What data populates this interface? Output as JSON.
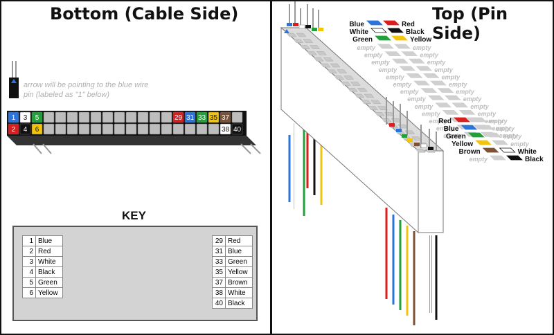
{
  "left_title": "Bottom (Cable Side)",
  "right_title": "Top (Pin Side)",
  "note": "arrow will be pointing to the blue wire pin (labeled as \"1\" below)",
  "key_title": "KEY",
  "bottom_row": [
    {
      "num": "1",
      "color": "#2d74da"
    },
    {
      "num": "3",
      "color": "#ffffff"
    },
    {
      "num": "5",
      "color": "#22a13a"
    },
    {
      "num": "",
      "color": "#bdbdbd"
    },
    {
      "num": "",
      "color": "#bdbdbd"
    },
    {
      "num": "",
      "color": "#bdbdbd"
    },
    {
      "num": "",
      "color": "#bdbdbd"
    },
    {
      "num": "",
      "color": "#bdbdbd"
    },
    {
      "num": "",
      "color": "#bdbdbd"
    },
    {
      "num": "",
      "color": "#bdbdbd"
    },
    {
      "num": "",
      "color": "#bdbdbd"
    },
    {
      "num": "",
      "color": "#bdbdbd"
    },
    {
      "num": "",
      "color": "#bdbdbd"
    },
    {
      "num": "",
      "color": "#bdbdbd"
    },
    {
      "num": "29",
      "color": "#d81e1e"
    },
    {
      "num": "31",
      "color": "#2d74da"
    },
    {
      "num": "33",
      "color": "#22a13a"
    },
    {
      "num": "35",
      "color": "#f1c40f"
    },
    {
      "num": "37",
      "color": "#7b5236"
    },
    {
      "num": "",
      "color": "#bdbdbd"
    }
  ],
  "top_row": [
    {
      "num": "2",
      "color": "#d81e1e"
    },
    {
      "num": "4",
      "color": "#111111"
    },
    {
      "num": "6",
      "color": "#f1c40f"
    },
    {
      "num": "",
      "color": "#bdbdbd"
    },
    {
      "num": "",
      "color": "#bdbdbd"
    },
    {
      "num": "",
      "color": "#bdbdbd"
    },
    {
      "num": "",
      "color": "#bdbdbd"
    },
    {
      "num": "",
      "color": "#bdbdbd"
    },
    {
      "num": "",
      "color": "#bdbdbd"
    },
    {
      "num": "",
      "color": "#bdbdbd"
    },
    {
      "num": "",
      "color": "#bdbdbd"
    },
    {
      "num": "",
      "color": "#bdbdbd"
    },
    {
      "num": "",
      "color": "#bdbdbd"
    },
    {
      "num": "",
      "color": "#bdbdbd"
    },
    {
      "num": "",
      "color": "#bdbdbd"
    },
    {
      "num": "",
      "color": "#bdbdbd"
    },
    {
      "num": "",
      "color": "#bdbdbd"
    },
    {
      "num": "",
      "color": "#bdbdbd"
    },
    {
      "num": "38",
      "color": "#ffffff"
    },
    {
      "num": "40",
      "color": "#111111"
    }
  ],
  "key_left": [
    {
      "num": "1",
      "name": "Blue"
    },
    {
      "num": "2",
      "name": "Red"
    },
    {
      "num": "3",
      "name": "White"
    },
    {
      "num": "4",
      "name": "Black"
    },
    {
      "num": "5",
      "name": "Green"
    },
    {
      "num": "6",
      "name": "Yellow"
    }
  ],
  "key_right": [
    {
      "num": "29",
      "name": "Red"
    },
    {
      "num": "31",
      "name": "Blue"
    },
    {
      "num": "33",
      "name": "Green"
    },
    {
      "num": "35",
      "name": "Yellow"
    },
    {
      "num": "37",
      "name": "Brown"
    },
    {
      "num": "38",
      "name": "White"
    },
    {
      "num": "40",
      "name": "Black"
    }
  ],
  "top_legend": [
    {
      "left": "Blue",
      "left_color": "#2d74da",
      "right": "Red",
      "right_color": "#d81e1e"
    },
    {
      "left": "White",
      "left_color": "#ffffff",
      "right": "Black",
      "right_color": "#111111"
    },
    {
      "left": "Green",
      "left_color": "#22a13a",
      "right": "Yellow",
      "right_color": "#f1c40f"
    }
  ],
  "empty_text": "empty",
  "empty_rows": 13,
  "bottom_legend": [
    {
      "left": "Red",
      "left_color": "#d81e1e",
      "right": "",
      "right_color": ""
    },
    {
      "left": "Blue",
      "left_color": "#2d74da",
      "right": "",
      "right_color": ""
    },
    {
      "left": "Green",
      "left_color": "#22a13a",
      "right": "",
      "right_color": ""
    },
    {
      "left": "Yellow",
      "left_color": "#f1c40f",
      "right": "",
      "right_color": ""
    },
    {
      "left": "Brown",
      "left_color": "#7b5236",
      "right": "White",
      "right_color": "#ffffff"
    },
    {
      "left": "",
      "left_color": "",
      "right": "Black",
      "right_color": "#111111"
    }
  ],
  "colors": {
    "blue": "#2d74da",
    "red": "#d81e1e",
    "white": "#ffffff",
    "black": "#111111",
    "green": "#22a13a",
    "yellow": "#f1c40f",
    "brown": "#7b5236",
    "gray": "#bdbdbd"
  }
}
